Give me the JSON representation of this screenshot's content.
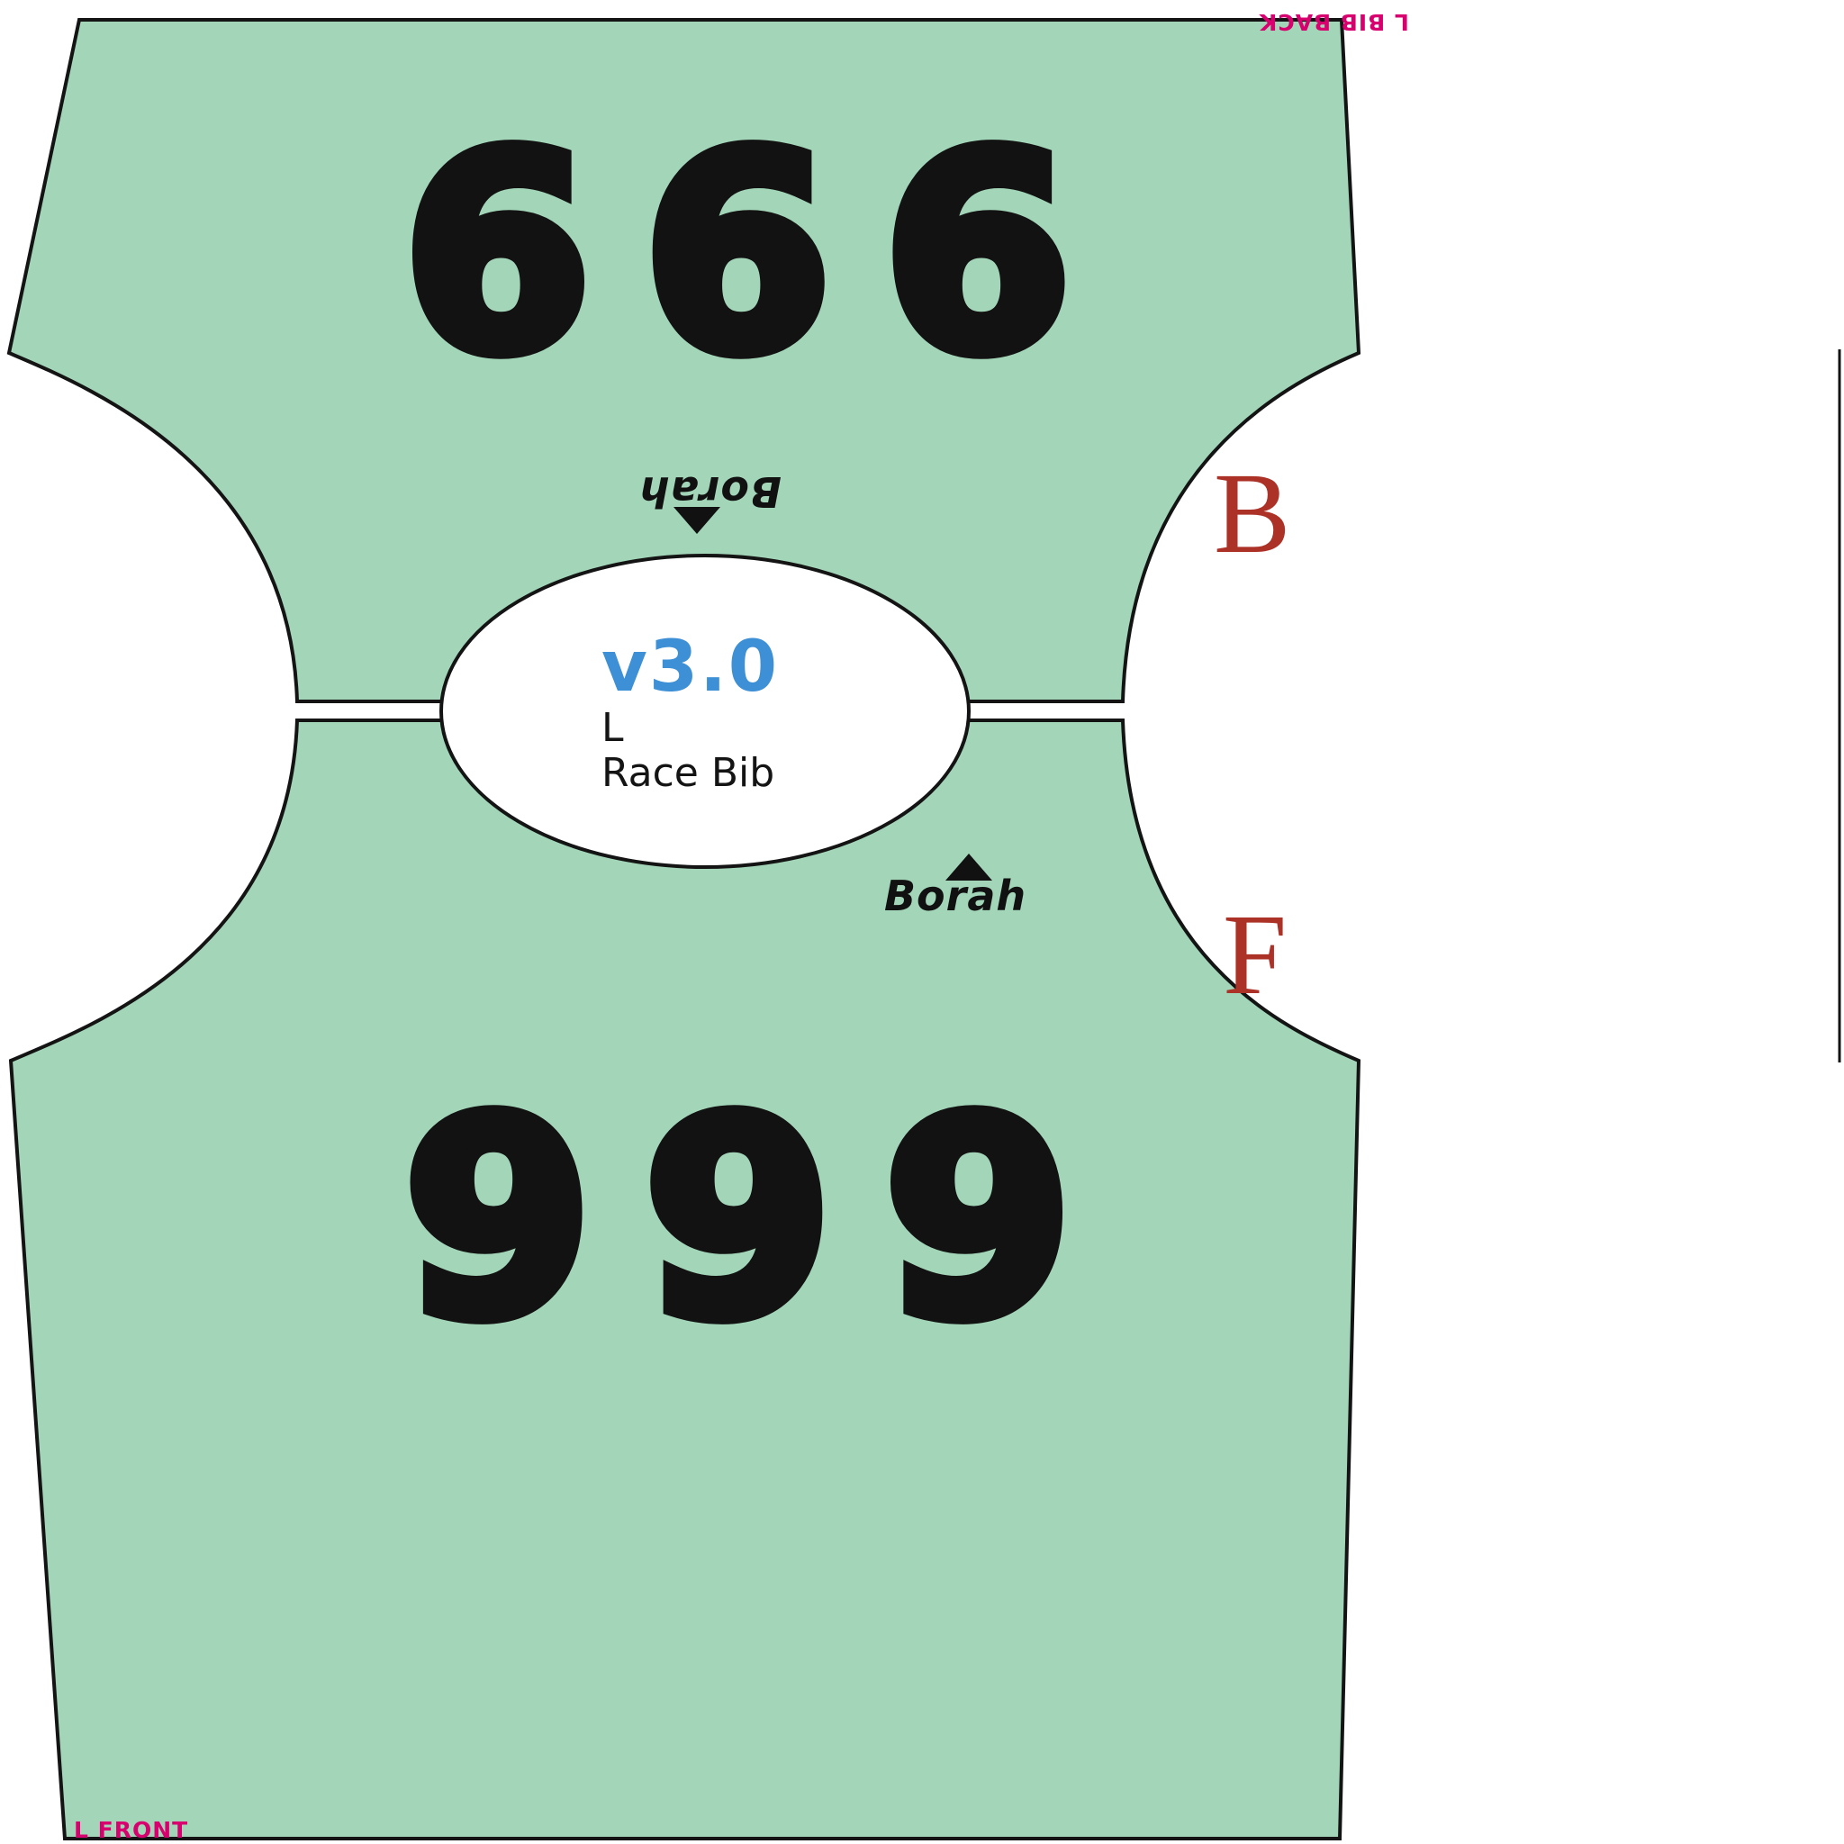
{
  "colors": {
    "fabric_green": "#a3d6b8",
    "outline_black": "#141414",
    "number_black": "#121212",
    "version_blue": "#3d8fd6",
    "marker_red": "#ac3127",
    "plot_magenta": "#d8006e"
  },
  "label_ellipse": {
    "version": "v3.0",
    "size": "L",
    "product": "Race Bib"
  },
  "pieces": {
    "back": {
      "number": "666",
      "brand": "Borah",
      "marker": "B",
      "plot_label": "L BIB BACK"
    },
    "front": {
      "number": "666",
      "number_appears_as": "999",
      "brand": "Borah",
      "marker": "F",
      "plot_label": "L FRONT"
    }
  }
}
